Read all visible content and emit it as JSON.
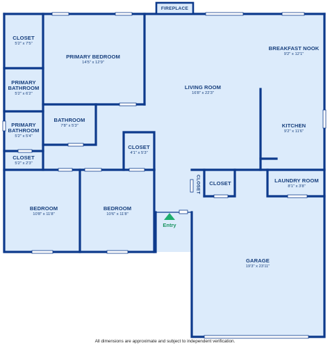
{
  "colors": {
    "wall": "#0d3a8c",
    "floor": "#dcebfb",
    "window": "#ffffff",
    "text": "#173f7d",
    "entry": "#1fae6e"
  },
  "fireplace": "FIREPLACE",
  "rooms": {
    "closet_top": {
      "name": "CLOSET",
      "dims": "5'2\" x 7'5\""
    },
    "primary_bedroom": {
      "name": "PRIMARY BEDROOM",
      "dims": "14'5\" x 12'9\""
    },
    "primary_bathroom_upper": {
      "name_line1": "PRIMARY",
      "name_line2": "BATHROOM",
      "dims": "5'2\" x 6'2\""
    },
    "bathroom": {
      "name": "BATHROOM",
      "dims": "7'8\" x 5'3\""
    },
    "primary_bathroom_lower": {
      "name_line1": "PRIMARY",
      "name_line2": "BATHROOM",
      "dims": "5'2\" x 5'4\""
    },
    "closet_small": {
      "name": "CLOSET",
      "dims": "5'2\" x 2'3\""
    },
    "closet_hall": {
      "name": "CLOSET",
      "dims": "4'1\" x 5'3\""
    },
    "living_room": {
      "name": "LIVING ROOM",
      "dims": "16'8\" x 22'3\""
    },
    "breakfast_nook": {
      "name": "BREAKFAST NOOK",
      "dims": "9'2\" x 12'1\""
    },
    "kitchen": {
      "name": "KITCHEN",
      "dims": "9'2\" x 11'6\""
    },
    "closet_vertical": {
      "name": "CLOSET"
    },
    "closet_garage": {
      "name": "CLOSET"
    },
    "laundry_room": {
      "name": "LAUNDRY ROOM",
      "dims": "8'1\" x 3'8\""
    },
    "bedroom_left": {
      "name": "BEDROOM",
      "dims": "10'8\" x 11'8\""
    },
    "bedroom_right": {
      "name": "BEDROOM",
      "dims": "10'6\" x 11'8\""
    },
    "garage": {
      "name": "GARAGE",
      "dims": "19'3\" x 23'11\""
    }
  },
  "entry": "Entry",
  "footer": "All dimensions are approximate and subject to independent verification."
}
